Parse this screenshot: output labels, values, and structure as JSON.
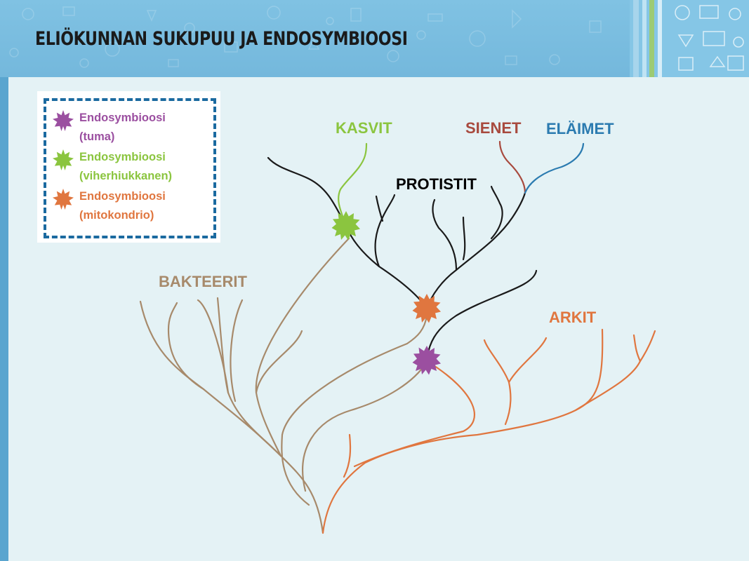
{
  "slide": {
    "title": "ELIÖKUNNAN SUKUPUU JA ENDOSYMBIOOSI"
  },
  "legend": {
    "items": [
      {
        "line1": "Endosymbioosi",
        "line2": "(tuma)",
        "color": "#9b4fa0",
        "icon": "purple-star-icon"
      },
      {
        "line1": "Endosymbioosi",
        "line2": "(viherhiukkanen)",
        "color": "#8bc53f",
        "icon": "green-star-icon"
      },
      {
        "line1": "Endosymbioosi",
        "line2": "(mitokondrio)",
        "color": "#e0763f",
        "icon": "orange-star-icon"
      }
    ]
  },
  "tree": {
    "labels": {
      "kasvit": "KASVIT",
      "sienet": "SIENET",
      "elaimet": "ELÄIMET",
      "protistit": "PROTISTIT",
      "bakteerit": "BAKTEERIT",
      "arkit": "ARKIT"
    },
    "colors": {
      "bacteria": "#a78a6b",
      "archaea": "#e0763f",
      "eukaryote": "#1a1a1a",
      "plants": "#8bc53f",
      "fungi": "#a84a3e",
      "animals": "#2b7bb0"
    }
  }
}
